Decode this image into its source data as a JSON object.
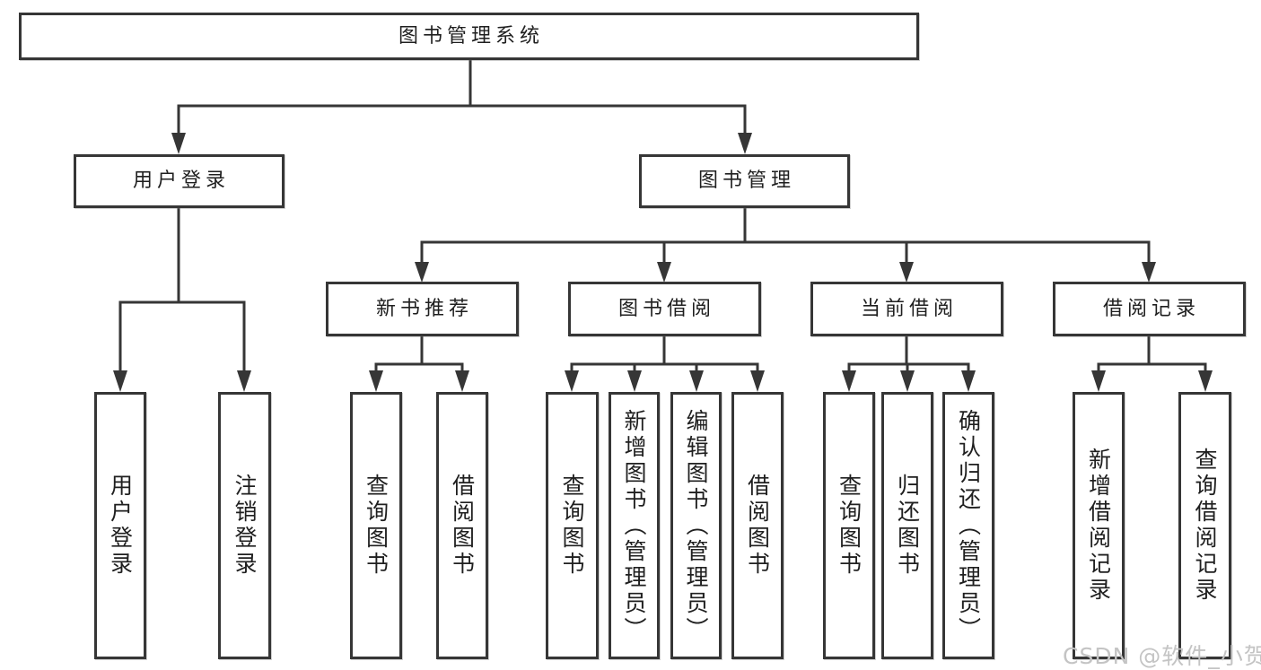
{
  "tree": {
    "label": "图书管理系统",
    "children": [
      {
        "label": "用户登录",
        "children": [
          {
            "label": "用户登录"
          },
          {
            "label": "注销登录"
          }
        ]
      },
      {
        "label": "图书管理",
        "children": [
          {
            "label": "新书推荐",
            "children": [
              {
                "label": "查询图书"
              },
              {
                "label": "借阅图书"
              }
            ]
          },
          {
            "label": "图书借阅",
            "children": [
              {
                "label": "查询图书"
              },
              {
                "label": "新增图书（管理员）"
              },
              {
                "label": "编辑图书（管理员）"
              },
              {
                "label": "借阅图书"
              }
            ]
          },
          {
            "label": "当前借阅",
            "children": [
              {
                "label": "查询图书"
              },
              {
                "label": "归还图书"
              },
              {
                "label": "确认归还（管理员）"
              }
            ]
          },
          {
            "label": "借阅记录",
            "children": [
              {
                "label": "新增借阅记录"
              },
              {
                "label": "查询借阅记录"
              }
            ]
          }
        ]
      }
    ]
  },
  "watermark": {
    "text": "CSDN @软件_小贺同学",
    "color": "#c4c4c4"
  },
  "colors": {
    "line": "#363636",
    "text": "#1f1f1f",
    "background": "#ffffff"
  }
}
